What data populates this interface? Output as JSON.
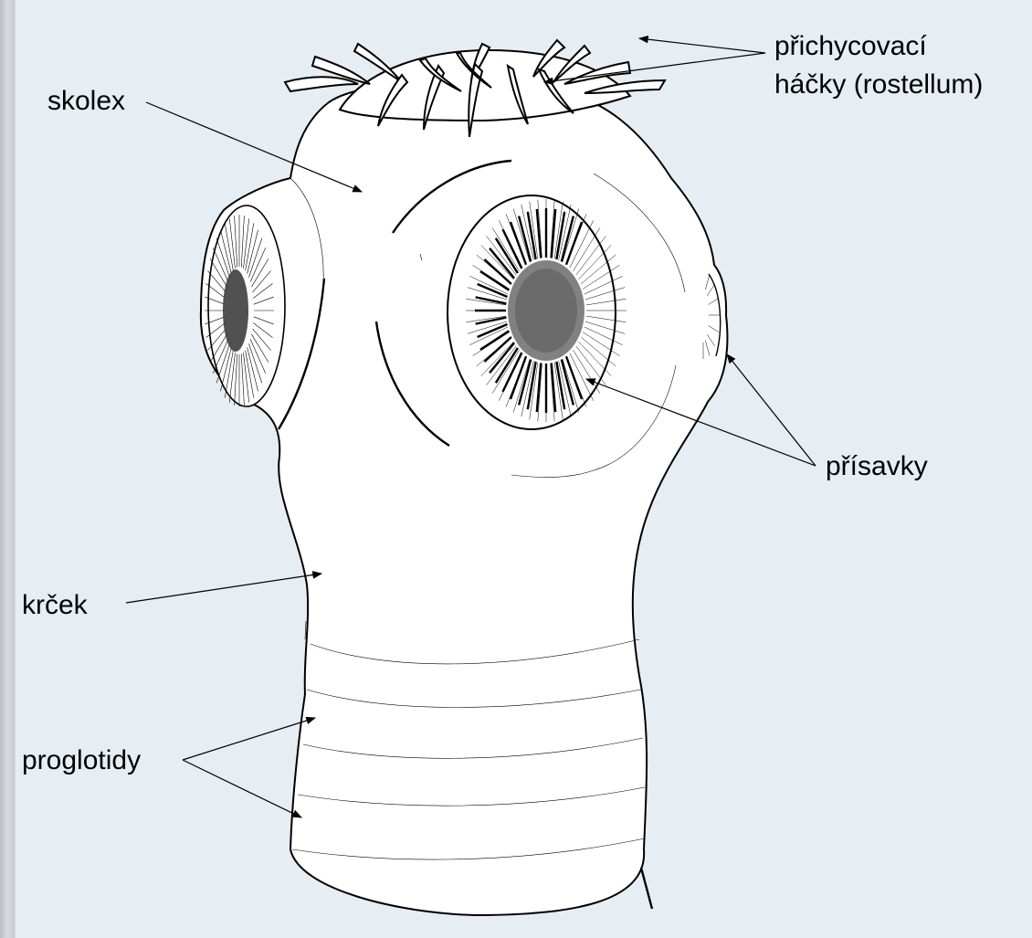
{
  "labels": {
    "hooks_line1": "přichycovací",
    "hooks_line2": "háčky (rostellum)",
    "scolex": "skolex",
    "suckers": "přísavky",
    "neck": "krček",
    "proglottids": "proglotidy"
  },
  "colors": {
    "background": "#e6eef3",
    "ink": "#000000",
    "body": "#ffffff"
  }
}
